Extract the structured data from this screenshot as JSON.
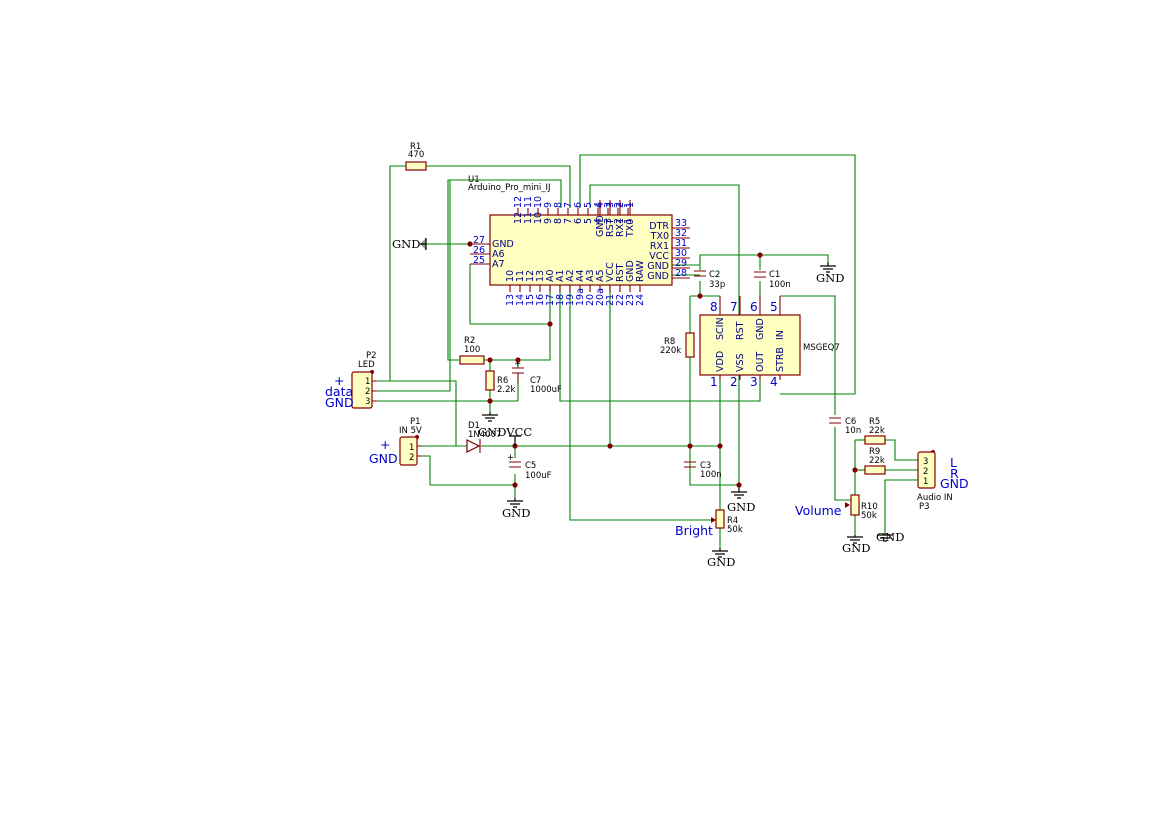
{
  "u1": {
    "ref": "U1",
    "value": "Arduino_Pro_mini_IJ",
    "top_pins": [
      {
        "num": "12",
        "name": "12"
      },
      {
        "num": "11",
        "name": "11"
      },
      {
        "num": "10",
        "name": "10"
      },
      {
        "num": "9",
        "name": "9"
      },
      {
        "num": "8",
        "name": "8"
      },
      {
        "num": "7",
        "name": "7"
      },
      {
        "num": "6",
        "name": "6"
      },
      {
        "num": "5",
        "name": "5"
      },
      {
        "num": "4",
        "name": "4"
      },
      {
        "num": "3",
        "name": "3"
      },
      {
        "num": "2",
        "name": "2"
      },
      {
        "num": "1",
        "name": "1"
      }
    ],
    "top_pins_2": [
      {
        "num": "4",
        "name": "GND"
      },
      {
        "num": "3",
        "name": "RST"
      },
      {
        "num": "2",
        "name": "RX1"
      },
      {
        "num": "1",
        "name": "TX0"
      }
    ],
    "bottom_pins": [
      {
        "num": "13",
        "name": "10"
      },
      {
        "num": "14",
        "name": "11"
      },
      {
        "num": "15",
        "name": "12"
      },
      {
        "num": "16",
        "name": "13"
      },
      {
        "num": "17",
        "name": "A0"
      },
      {
        "num": "18",
        "name": "A1"
      },
      {
        "num": "19",
        "name": "A2"
      },
      {
        "num": "19a",
        "name": "A4"
      },
      {
        "num": "20",
        "name": "A3"
      },
      {
        "num": "20a",
        "name": "A5"
      },
      {
        "num": "21",
        "name": "VCC"
      },
      {
        "num": "22",
        "name": "RST"
      },
      {
        "num": "23",
        "name": "GND"
      },
      {
        "num": "24",
        "name": "RAW"
      }
    ],
    "left_pins": [
      {
        "num": "27",
        "name": "GND"
      },
      {
        "num": "26",
        "name": "A6"
      },
      {
        "num": "25",
        "name": "A7"
      }
    ],
    "right_pins": [
      {
        "num": "33",
        "name": "DTR"
      },
      {
        "num": "32",
        "name": "TX0"
      },
      {
        "num": "31",
        "name": "RX1"
      },
      {
        "num": "30",
        "name": "VCC"
      },
      {
        "num": "29",
        "name": "GND"
      },
      {
        "num": "28",
        "name": "GND"
      }
    ]
  },
  "msgeq7": {
    "value": "MSGEQ7",
    "top_pins": [
      {
        "num": "8",
        "name": "SCIN"
      },
      {
        "num": "7",
        "name": "RST"
      },
      {
        "num": "6",
        "name": "GND"
      },
      {
        "num": "5",
        "name": "IN"
      }
    ],
    "bottom_pins": [
      {
        "num": "1",
        "name": "VDD"
      },
      {
        "num": "2",
        "name": "VSS"
      },
      {
        "num": "3",
        "name": "OUT"
      },
      {
        "num": "4",
        "name": "STRB"
      }
    ]
  },
  "components": {
    "r1": {
      "ref": "R1",
      "value": "470"
    },
    "r2": {
      "ref": "R2",
      "value": "100"
    },
    "r6": {
      "ref": "R6",
      "value": "2.2k"
    },
    "c7": {
      "ref": "C7",
      "value": "1000uF"
    },
    "c2": {
      "ref": "C2",
      "value": "33p"
    },
    "c1": {
      "ref": "C1",
      "value": "100n"
    },
    "r8": {
      "ref": "R8",
      "value": "220k"
    },
    "c3": {
      "ref": "C3",
      "value": "100n"
    },
    "r4": {
      "ref": "R4",
      "value": "50k"
    },
    "c5": {
      "ref": "C5",
      "value": "100uF"
    },
    "d1": {
      "ref": "D1",
      "value": "1N4007"
    },
    "c6": {
      "ref": "C6",
      "value": "10n"
    },
    "r5": {
      "ref": "R5",
      "value": "22k"
    },
    "r9": {
      "ref": "R9",
      "value": "22k"
    },
    "r10": {
      "ref": "R10",
      "value": "50k"
    }
  },
  "connectors": {
    "p2": {
      "ref": "P2",
      "value": "LED",
      "pins": [
        "1",
        "2",
        "3"
      ]
    },
    "p1": {
      "ref": "P1",
      "value": "IN 5V",
      "pins": [
        "1",
        "2"
      ]
    },
    "p3": {
      "ref": "P3",
      "value": "Audio IN",
      "pins": [
        "3",
        "2",
        "1"
      ]
    }
  },
  "power": {
    "gnd": "GND",
    "vcc": "VCC",
    "gnd_vcc_overlap": "GNDVCC"
  },
  "labels": {
    "p2_plus": "+",
    "p2_data": "data",
    "p2_gnd": "GND",
    "p1_plus": "+",
    "p1_gnd": "GND",
    "p3_l": "L",
    "p3_r": "R",
    "p3_gnd": "GND",
    "bright": "Bright",
    "volume": "Volume"
  }
}
